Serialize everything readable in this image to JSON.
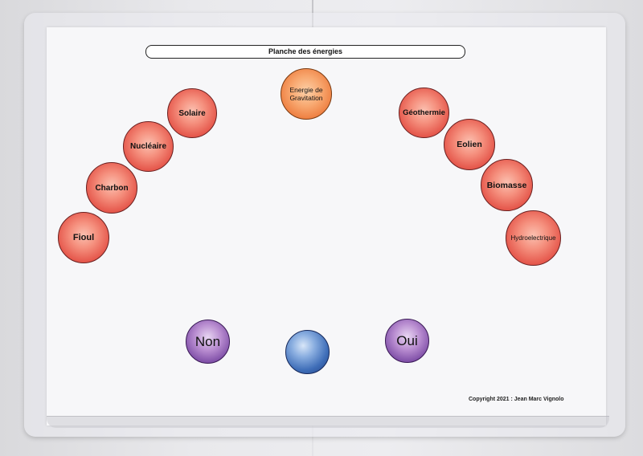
{
  "board": {
    "title": "Planche des énergies",
    "copyright": "Copyright 2021 : Jean Marc Vignolo"
  },
  "energies_left": [
    "Solaire",
    "Nucléaire",
    "Charbon",
    "Fioul"
  ],
  "energy_center": "Energie de Gravitation",
  "energies_right": [
    "Géothermie",
    "Eolien",
    "Biomasse",
    "Hydroelectrique"
  ],
  "answers": {
    "no": "Non",
    "yes": "Oui"
  },
  "colors": {
    "energy_ball": "#e65a4e",
    "gravitation_ball": "#ee7e40",
    "answer_ball": "#8050a8",
    "center_ball": "#3f6eb8"
  }
}
